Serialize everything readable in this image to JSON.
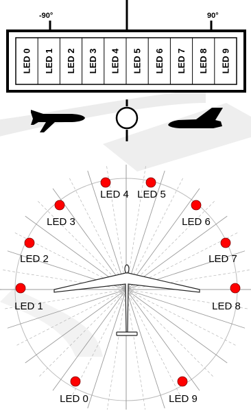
{
  "strip": {
    "left_angle": "-90°",
    "right_angle": "90°",
    "cells": [
      "LED 0",
      "LED 1",
      "LED 2",
      "LED 3",
      "LED 4",
      "LED 5",
      "LED 6",
      "LED 7",
      "LED 8",
      "LED 9"
    ]
  },
  "plot": {
    "labels": [
      "LED 0",
      "LED 1",
      "LED 2",
      "LED 3",
      "LED 4",
      "LED 5",
      "LED 6",
      "LED 7",
      "LED 8",
      "LED 9"
    ]
  },
  "colors": {
    "led_fill": "#ff0000",
    "ink": "#000000",
    "watermark": "#e0e0e0"
  },
  "icons": [
    "airplane-left-icon",
    "airplane-right-icon",
    "glider-icon"
  ]
}
